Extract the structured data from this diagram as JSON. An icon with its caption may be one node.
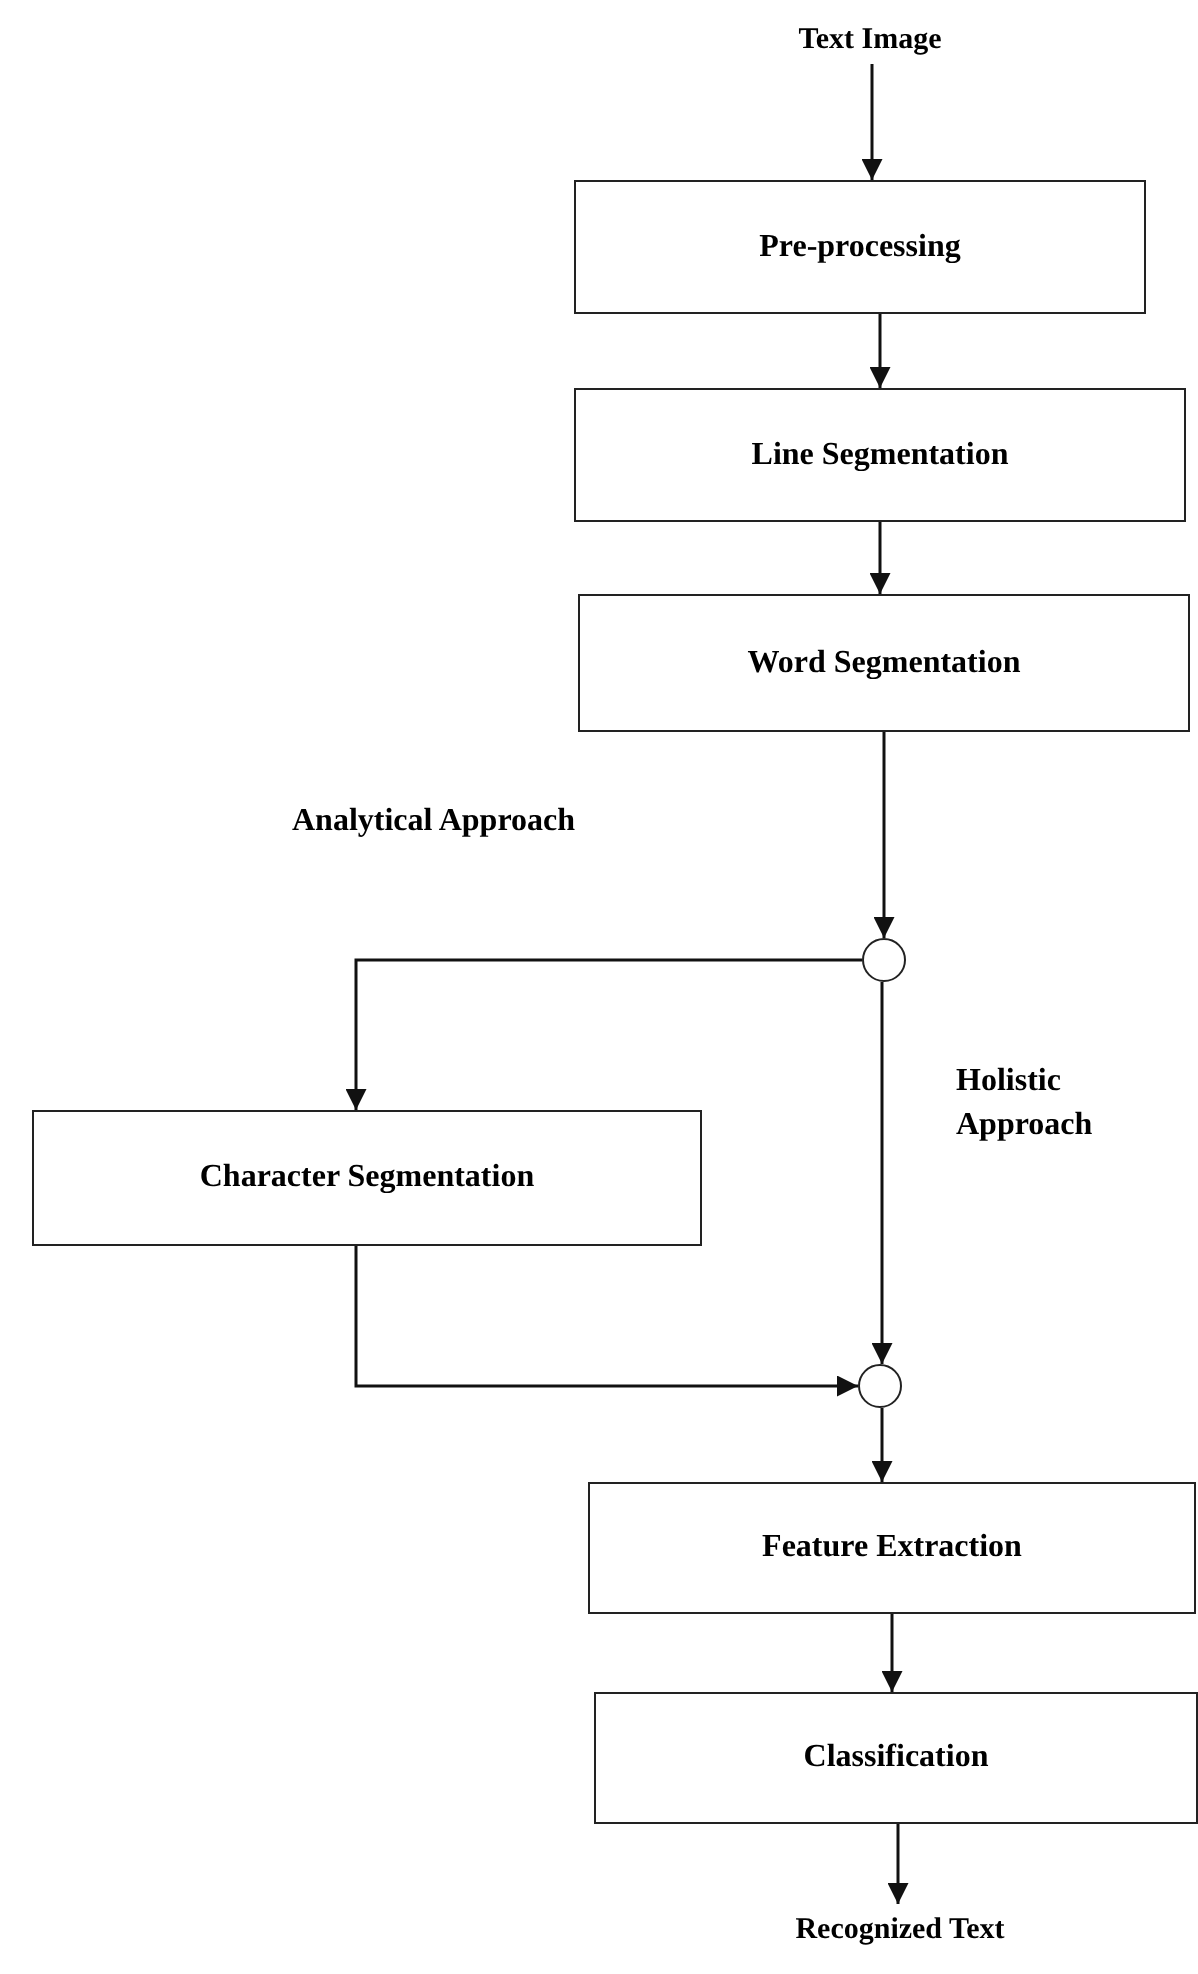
{
  "diagram": {
    "nodes": [
      {
        "text": [
          "Text Image"
        ]
      },
      {
        "text": [
          "Pre-processing"
        ]
      },
      {
        "text": [
          "Line Segmentation"
        ]
      },
      {
        "text": [
          "Word Segmentation"
        ]
      },
      {
        "text": [],
        "shape": "circle"
      },
      {
        "text": [
          "Character Segmentation"
        ]
      },
      {
        "text": [],
        "shape": "circle"
      },
      {
        "text": [
          "Feature Extraction"
        ]
      },
      {
        "text": [
          "Classification"
        ]
      },
      {
        "text": [
          "Recognized Text"
        ]
      }
    ],
    "edges": [
      {
        "from": 0,
        "to": 1,
        "arrow": "to"
      },
      {
        "from": 1,
        "to": 2,
        "arrow": "to"
      },
      {
        "from": 2,
        "to": 3,
        "arrow": "to"
      },
      {
        "from": 3,
        "to": 4,
        "arrow": "to"
      },
      {
        "from": 4,
        "to": 5,
        "arrow": "to",
        "label": "Analytical Approach"
      },
      {
        "from": 4,
        "to": 6,
        "arrow": "to",
        "label": "Holistic Approach"
      },
      {
        "from": 5,
        "to": 6,
        "arrow": "to"
      },
      {
        "from": 6,
        "to": 7,
        "arrow": "to"
      },
      {
        "from": 7,
        "to": 8,
        "arrow": "to"
      },
      {
        "from": 8,
        "to": 9,
        "arrow": "to"
      }
    ]
  }
}
